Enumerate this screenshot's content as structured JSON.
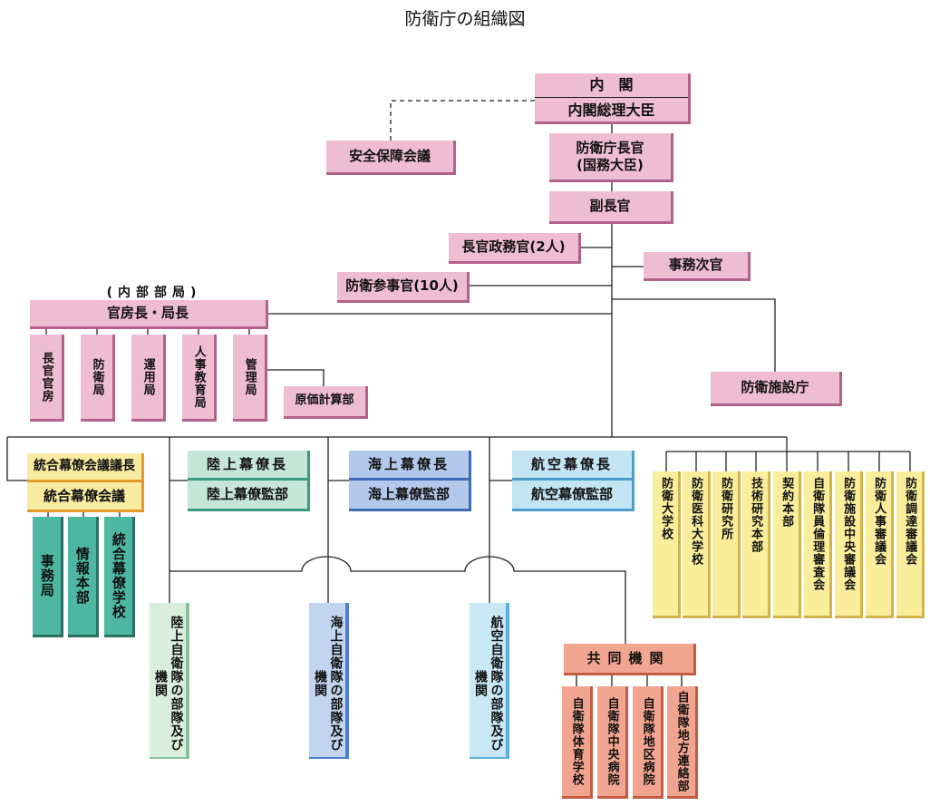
{
  "title": "防衛庁の組織図",
  "cabinet": {
    "top": "内　閣",
    "pm": "内閣総理大臣"
  },
  "security_council": "安全保障会議",
  "minister": {
    "line1": "防衛庁長官",
    "line2": "(国務大臣)"
  },
  "vice_minister": "副長官",
  "parliamentary_secretary": "長官政務官(2人)",
  "administrative_vice": "事務次官",
  "counselor": "防衛参事官(10人)",
  "internal_bureaus": {
    "label": "(内部部局)",
    "head": "官房長・局長",
    "items": [
      "長官官房",
      "防衛局",
      "運用局",
      "人事教育局",
      "管理局"
    ],
    "cost_dept": "原価計算部"
  },
  "facilities_agency": "防衛施設庁",
  "joint_staff": {
    "chairman": "統合幕僚会議議長",
    "council": "統合幕僚会議",
    "items": [
      "事務局",
      "情報本部",
      "統合幕僚学校"
    ]
  },
  "ground": {
    "chief": "陸上幕僚長",
    "office": "陸上幕僚監部",
    "units": "陸上自衛隊の部隊及び機関"
  },
  "maritime": {
    "chief": "海上幕僚長",
    "office": "海上幕僚監部",
    "units": "海上自衛隊の部隊及び機関"
  },
  "air": {
    "chief": "航空幕僚長",
    "office": "航空幕僚監部",
    "units": "航空自衛隊の部隊及び機関"
  },
  "joint_orgs": {
    "head": "共同機関",
    "items": [
      "自衛隊体育学校",
      "自衛隊中央病院",
      "自衛隊地区病院",
      "自衛隊地方連絡部"
    ]
  },
  "affiliated": [
    "防衛大学校",
    "防衛医科大学校",
    "防衛研究所",
    "技術研究本部",
    "契約本部",
    "自衛隊員倫理審査会",
    "防衛施設中央審議会",
    "防衛人事審議会",
    "防衛調達審議会"
  ]
}
